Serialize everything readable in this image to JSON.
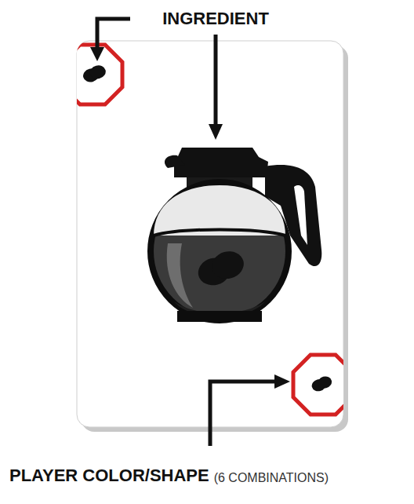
{
  "diagram": {
    "labels": [
      "INGREDIENT",
      "PLAYER COLOR/SHAPE",
      "(6 COMBINATIONS)"
    ]
  }
}
